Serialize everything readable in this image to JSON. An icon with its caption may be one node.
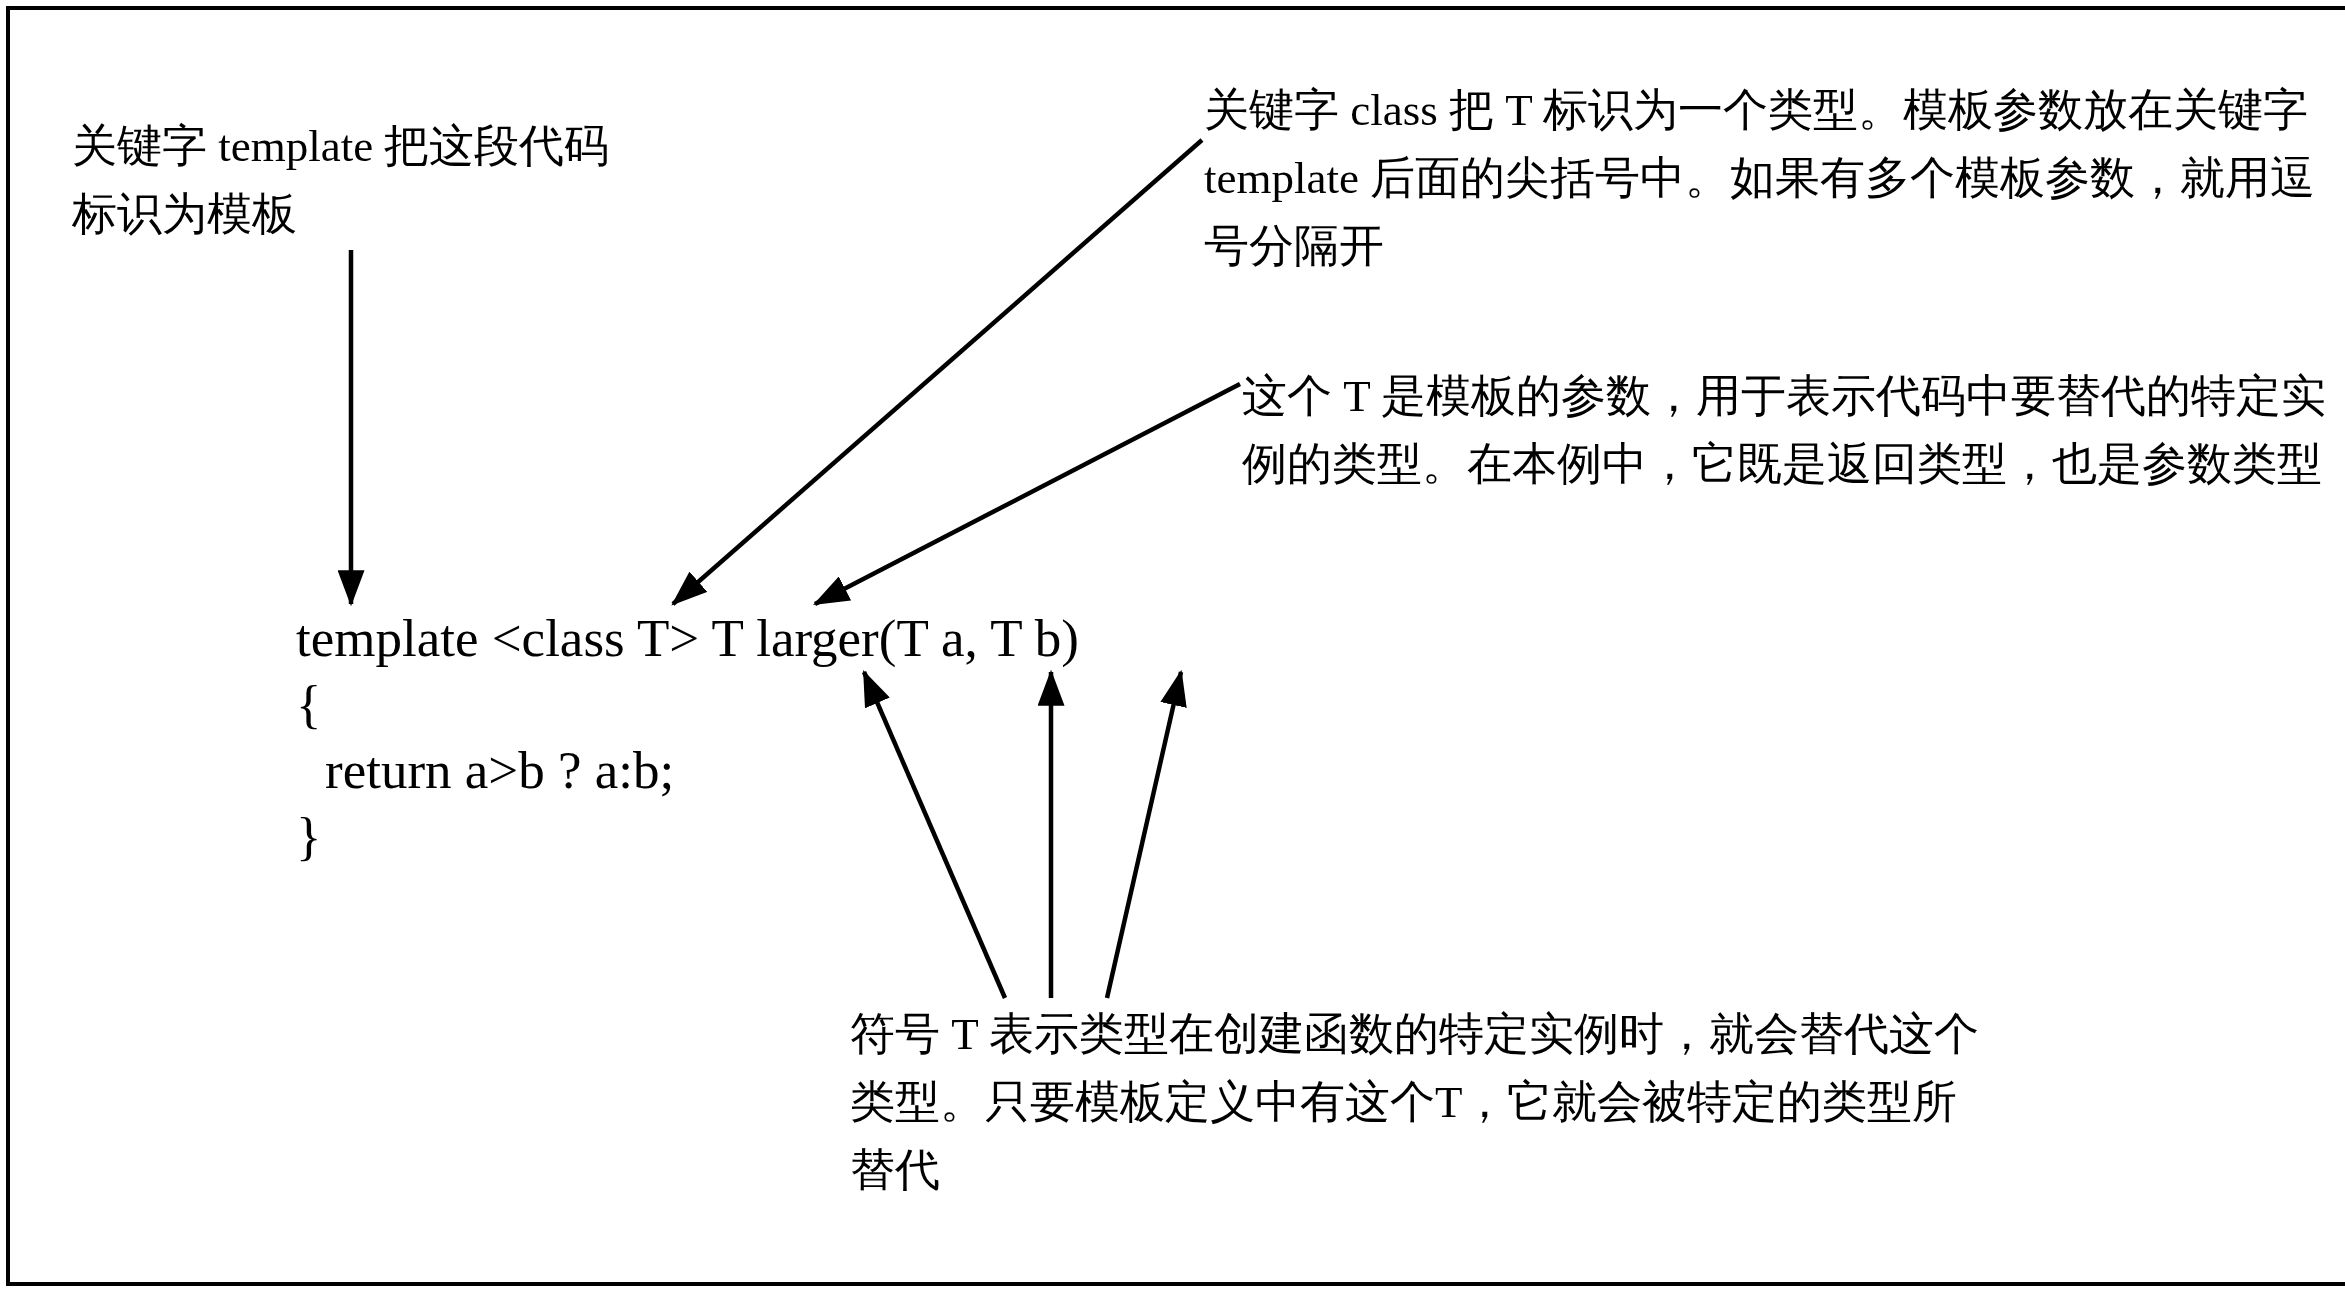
{
  "diagram": {
    "nodes": [
      {
        "text": [
          "关键字 template 把这段代码标识为模板"
        ]
      },
      {
        "text": [
          "关键字 class 把 T 标识为一个类型。模板参数放在关键字 template 后面的尖括号中。如果有多个模板参数，就用逗号分隔开"
        ]
      },
      {
        "text": [
          "这个 T 是模板的参数，用于表示代码中要替代的特定实例的类型。在本例中，它既是返回类型，也是参数类型"
        ]
      },
      {
        "text": [
          "符号 T 表示类型在创建函数的特定实例时，就会替代这个类型。只要模板定义中有这个T，它就会被特定的类型所替代"
        ]
      },
      {
        "text": [
          "template <class T> T larger(T a, T b)"
        ]
      }
    ],
    "edges": [
      {
        "from": 0,
        "to": 4,
        "arrow": "to"
      },
      {
        "from": 1,
        "to": 4,
        "arrow": "to"
      },
      {
        "from": 2,
        "to": 4,
        "arrow": "to"
      },
      {
        "from": 3,
        "to": 4,
        "arrow": "to"
      },
      {
        "from": 3,
        "to": 4,
        "arrow": "to"
      },
      {
        "from": 3,
        "to": 4,
        "arrow": "to"
      }
    ],
    "labels": [
      "{",
      "return a>b ? a:b;",
      "}"
    ]
  }
}
